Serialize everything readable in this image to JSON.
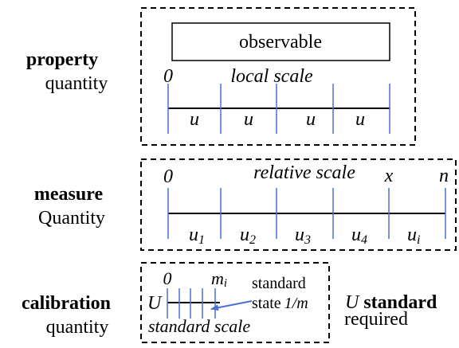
{
  "colors": {
    "text": "#000000",
    "tick": "#4a6fd4",
    "arrow": "#4a6fd4",
    "box_border": "#000000"
  },
  "property": {
    "label_bold": "property",
    "label_regular": "quantity",
    "observable": "observable",
    "zero": "0",
    "scale_label": "local scale",
    "units": [
      "u",
      "u",
      "u",
      "u"
    ]
  },
  "measure": {
    "label_bold": "measure",
    "label_regular": "Quantity",
    "zero": "0",
    "scale_label": "relative scale",
    "x_label": "x",
    "n_label": "n",
    "units": [
      {
        "base": "u",
        "sub": "1"
      },
      {
        "base": "u",
        "sub": "2"
      },
      {
        "base": "u",
        "sub": "3"
      },
      {
        "base": "u",
        "sub": "4"
      },
      {
        "base": "u",
        "sub": "i"
      }
    ]
  },
  "calibration": {
    "label_bold": "calibration",
    "label_regular": "quantity",
    "zero": "0",
    "m_base": "m",
    "m_sub": "i",
    "U_label": "U",
    "standard_line1": "standard",
    "standard_line2": "state",
    "standard_ratio": "1/m",
    "scale_label": "standard scale"
  },
  "right_note": {
    "U": "U",
    "standard": "standard",
    "required": "required"
  }
}
